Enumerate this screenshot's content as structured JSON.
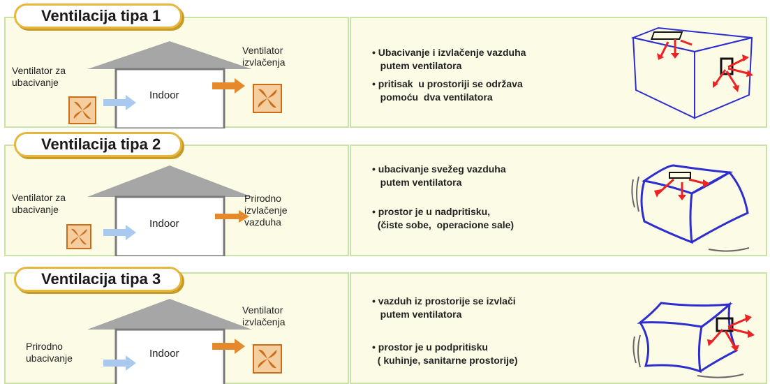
{
  "rows": [
    {
      "title": "Ventilacija tipa 1",
      "indoor": "Indoor",
      "inlet_label": [
        "Ventilator za",
        "ubacivanje"
      ],
      "outlet_label": [
        "Ventilator",
        "izvlačenja"
      ],
      "bullets": [
        "• Ubacivanje i izvlačenje vazduha\n   putem ventilatora",
        "• pritisak  u prostoriji se održava\n   pomoću  dva ventilatora"
      ]
    },
    {
      "title": "Ventilacija tipa 2",
      "indoor": "Indoor",
      "inlet_label": [
        "Ventilator za",
        "ubacivanje"
      ],
      "outlet_label": [
        "Prirodno",
        "izvlačenje",
        "vazduha"
      ],
      "bullets": [
        "• ubacivanje svežeg vazduha\n   putem ventilatora",
        "• prostor je u nadpritisku,\n  (čiste sobe,  operacione sale)"
      ]
    },
    {
      "title": "Ventilacija tipa 3",
      "indoor": "Indoor",
      "inlet_label": [
        "Prirodno",
        "ubacivanje"
      ],
      "outlet_label": [
        "Ventilator",
        "izvlačenja"
      ],
      "bullets": [
        "• vazduh iz prostorije se izvlači\n   putem ventilatora",
        "• prostor je u podpritisku\n  ( kuhinje, sanitarne prostorije)"
      ]
    }
  ],
  "colors": {
    "panel_bg": "#fcfce6",
    "panel_border": "#c9e2a6",
    "tab_border": "#e6b73c",
    "roof": "#a6a6a6",
    "fan_fill": "#f4ce9e",
    "fan_border": "#cc6d1a",
    "blue_arrow": "#a9c9ef",
    "orange_arrow": "#e58a2c",
    "box_line": "#2d2dd0",
    "red_arrow": "#ee2222"
  },
  "icons": [
    "fan-icon",
    "inlet-arrow-icon",
    "outlet-arrow-icon",
    "room-airflow-icon"
  ]
}
